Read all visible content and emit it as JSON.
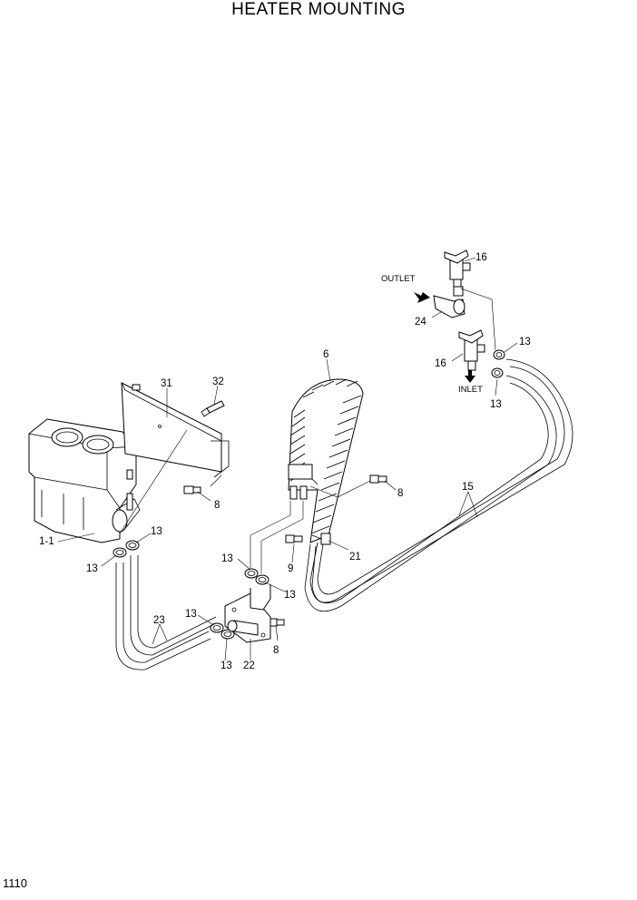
{
  "title": "HEATER MOUNTING",
  "page_number": "1110",
  "labels": {
    "flow_outlet": "OUTLET",
    "flow_inlet": "INLET",
    "heater_unit": "1-1",
    "heater_hose_long": "6",
    "cover_plate": "31",
    "bolt_32": "32",
    "bolt_8_left": "8",
    "bolt_8_mid": "8",
    "bolt_8_bottom": "8",
    "bolt_9": "9",
    "clamp_13_a": "13",
    "clamp_13_b": "13",
    "clamp_13_c": "13",
    "clamp_13_d": "13",
    "clamp_13_e": "13",
    "clamp_13_f": "13",
    "clamp_13_g": "13",
    "clamp_13_h": "13",
    "hose_15": "15",
    "valve_16_top": "16",
    "valve_16_bottom": "16",
    "clip_21": "21",
    "pipe_22": "22",
    "hose_23": "23",
    "elbow_24": "24"
  }
}
